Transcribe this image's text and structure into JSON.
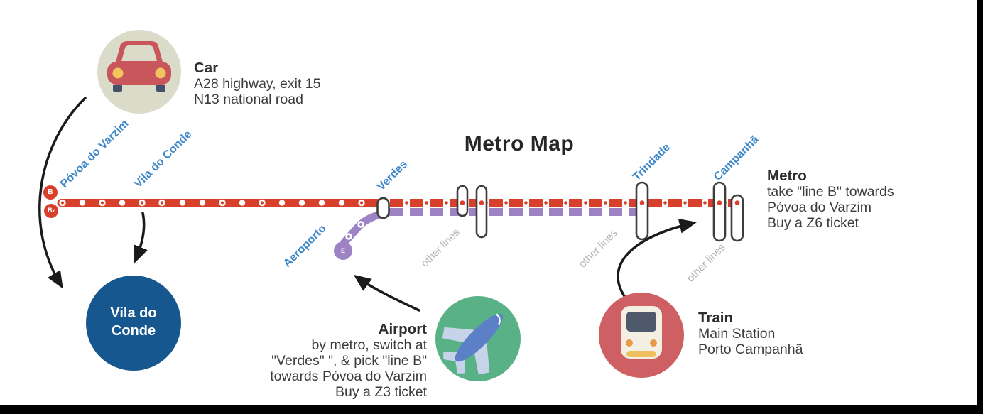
{
  "title": "Metro Map",
  "destination": {
    "line1": "Vila do",
    "line2": "Conde"
  },
  "badges": {
    "b": "B",
    "bx_main": "B",
    "bx_sub": "x",
    "e": "E"
  },
  "stations": [
    "Póvoa do Varzim",
    "Vila do Conde",
    "Verdes",
    "Aeroporto",
    "Trindade",
    "Campanhã"
  ],
  "other_lines": "other lines",
  "notes": {
    "car": {
      "title": "Car",
      "lines": [
        "A28 highway, exit 15",
        "N13 national road"
      ]
    },
    "metro": {
      "title": "Metro",
      "lines": [
        "take \"line B\" towards",
        "Póvoa do Varzim",
        "Buy a Z6 ticket"
      ]
    },
    "airport": {
      "title": "Airport",
      "lines": [
        "by metro, switch at",
        "\"Verdes\" \", & pick \"line B\"",
        "towards Póvoa do Varzim",
        "Buy a Z3 ticket"
      ]
    },
    "train": {
      "title": "Train",
      "lines": [
        "Main Station",
        "Porto Campanhã"
      ]
    }
  },
  "colors": {
    "line_b_red": "#d8402c",
    "line_e_purple": "#9d82c4",
    "station_label_blue": "#3e88ca",
    "destination_blue": "#15578e",
    "car_circle": "#dbdbc9",
    "airport_circle": "#59b286",
    "train_circle": "#ce5f62",
    "other_lines_gray": "#b5b5b5"
  }
}
